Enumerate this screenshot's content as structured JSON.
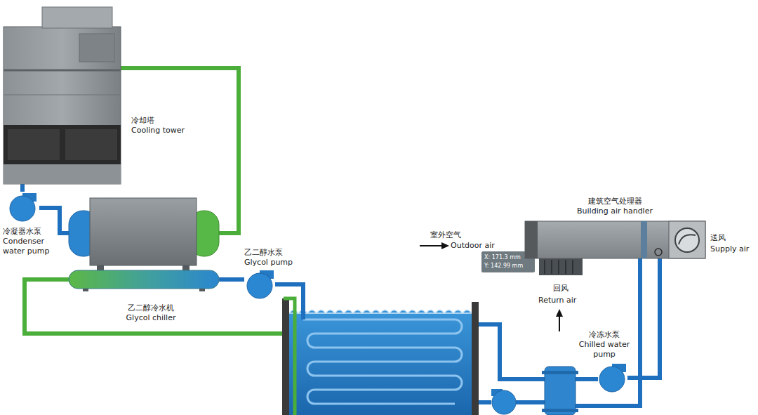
{
  "diagram": {
    "nodes": [
      {
        "text": [
          "冷却塔",
          "Cooling tower"
        ]
      },
      {
        "text": [
          "冷凝器水泵",
          "Condenser water pump"
        ]
      },
      {
        "text": [
          "乙二醇冷水机",
          "Glycol chiller"
        ]
      },
      {
        "text": [
          "乙二醇水泵",
          "Glycol pump"
        ]
      },
      {
        "text": [
          "建筑空气处理器",
          "Building air handler"
        ]
      },
      {
        "text": [
          "冷冻水泵",
          "Chilled water pump"
        ]
      }
    ],
    "edges": [
      {
        "from": 0,
        "to": 1,
        "arrow": "none"
      },
      {
        "from": 1,
        "to": 2,
        "arrow": "none"
      },
      {
        "from": 2,
        "to": 0,
        "arrow": "none"
      },
      {
        "from": 2,
        "to": 3,
        "arrow": "none"
      },
      {
        "from": 5,
        "to": 4,
        "arrow": "none"
      }
    ],
    "labels": [
      "室外空气",
      "Outdoor air",
      "X: 171.3 mm",
      "Y: 142.99 mm",
      "回风",
      "Return air",
      "送风",
      "Supply air"
    ]
  }
}
